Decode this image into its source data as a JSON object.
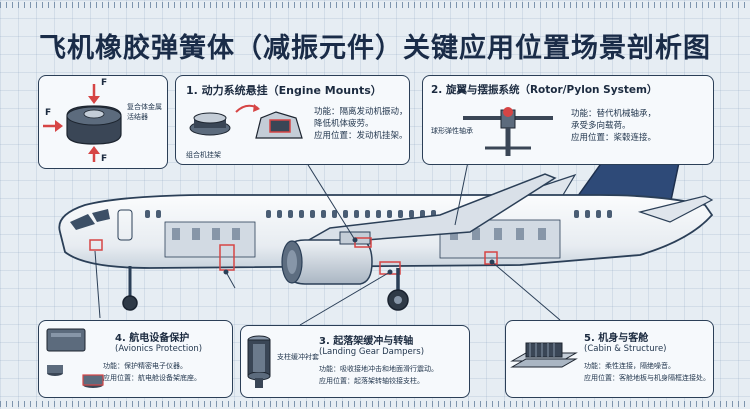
{
  "title": "飞机橡胶弹簧体（减振元件）关键应用位置场景剖析图",
  "colors": {
    "fuselage": "#f2f5f8",
    "tail": "#2e4a78",
    "outline": "#2b3f57",
    "accent": "#d64545",
    "background": "#e6edf3"
  },
  "inset": {
    "force_top": "F",
    "force_left": "F",
    "force_bottom": "F",
    "label_line1": "复合体金属",
    "label_line2": "活结器"
  },
  "engine": {
    "title": "1. 动力系统悬挂（Engine Mounts）",
    "func_line1": "功能：隔离发动机振动，",
    "func_line2": "降低机体疲劳。",
    "location": "应用位置：发动机挂架。",
    "sub_label": "组合机挂架"
  },
  "rotor": {
    "title": "2. 旋翼与摆振系统（Rotor/Pylon System）",
    "part_label": "球形弹性轴承",
    "func_line1": "功能：替代机械轴承，",
    "func_line2": "承受多向载荷。",
    "location": "应用位置：桨毂连接。"
  },
  "avionics": {
    "title_line1": "4. 航电设备保护",
    "title_line2": "(Avionics Protection)",
    "func": "功能：保护精密电子仪器。",
    "location": "应用位置：航电舱设备架底座。"
  },
  "landing": {
    "title_line1": "3. 起落架缓冲与转轴",
    "title_line2": "(Landing Gear Dampers)",
    "part_label": "支柱缓冲衬套",
    "func": "功能：吸收接地冲击和地面滑行震动。",
    "location": "应用位置：起落架转轴铰接支柱。"
  },
  "cabin": {
    "title_line1": "5. 机身与客舱",
    "title_line2": "(Cabin & Structure)",
    "func": "功能：柔性连接，隔绝噪音。",
    "location": "应用位置：客舱地板与机身隔框连接处。"
  }
}
